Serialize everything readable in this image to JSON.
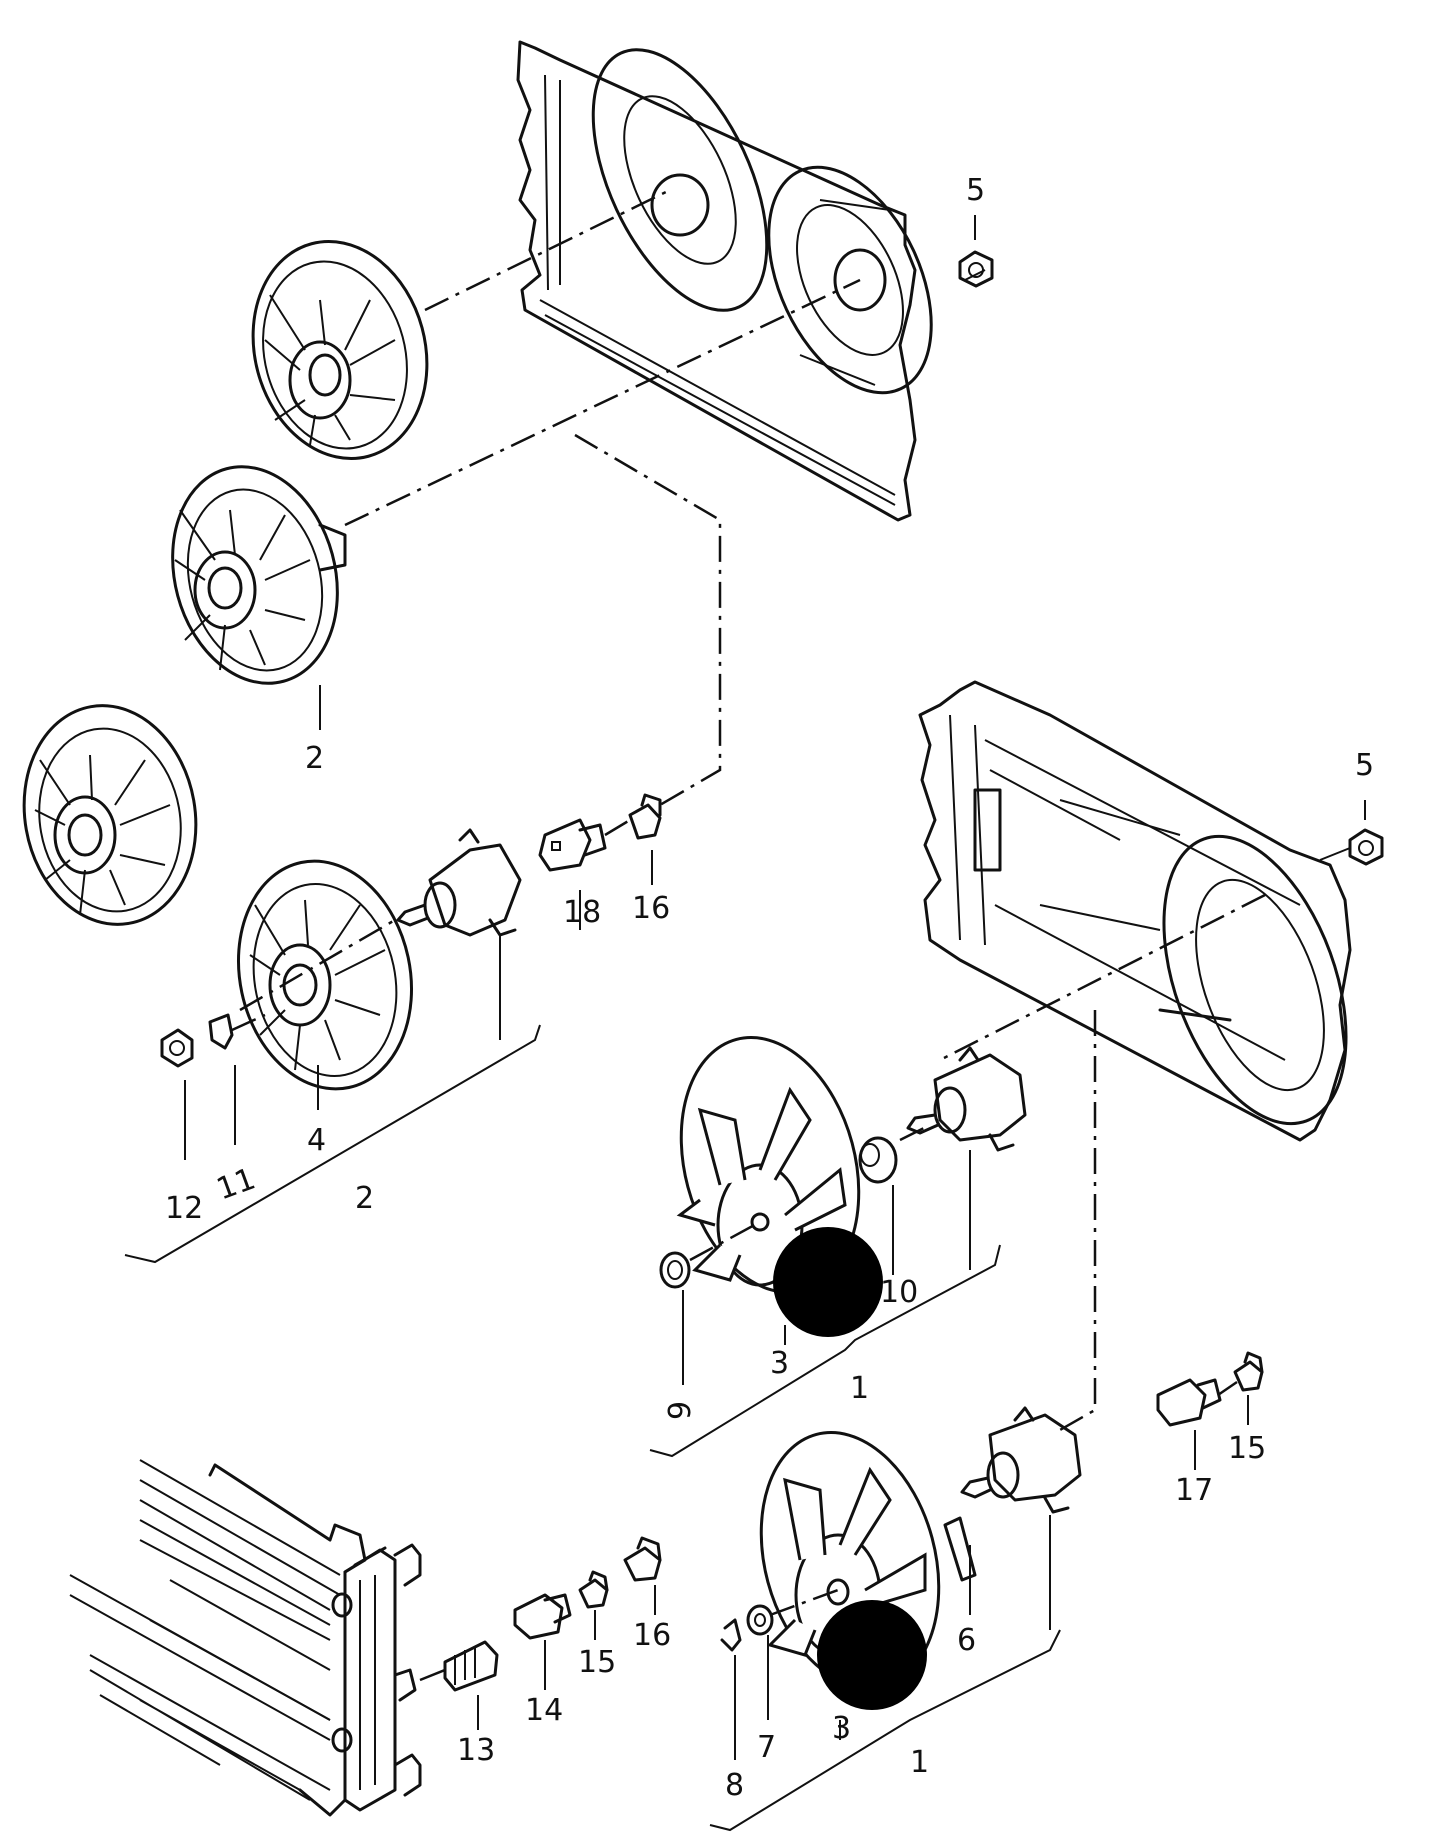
{
  "labels": {
    "l2a": "2",
    "l5a": "5",
    "l5b": "5",
    "l18": "18",
    "l16a": "16",
    "l12": "12",
    "l11": "11",
    "l4": "4",
    "l2b": "2",
    "l10": "10",
    "l9": "9",
    "l3a": "3",
    "l1a": "1",
    "l17": "17",
    "l15a": "15",
    "l13": "13",
    "l14": "14",
    "l15b": "15",
    "l16b": "16",
    "l6": "6",
    "l8": "8",
    "l7": "7",
    "l3b": "3",
    "l1b": "1"
  }
}
